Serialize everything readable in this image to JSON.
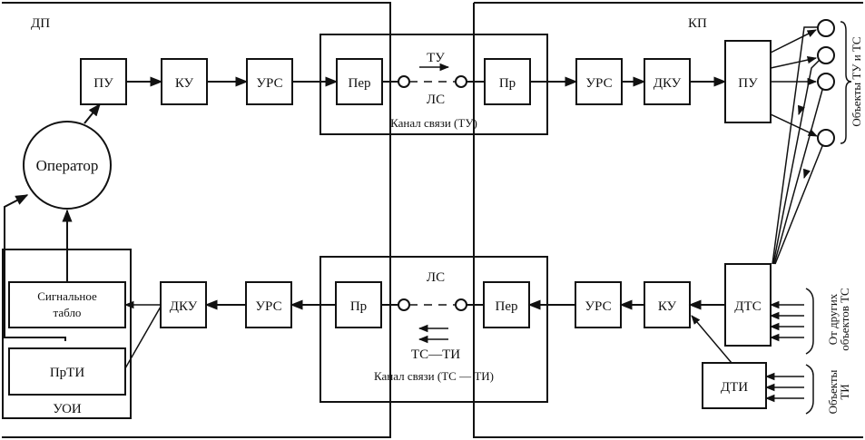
{
  "diagram": {
    "type": "block-diagram",
    "sections": {
      "dispatch_point": "ДП",
      "controlled_point": "КП"
    },
    "top_chain": {
      "blocks": [
        "ПУ",
        "КУ",
        "УРС",
        "Пер",
        "Пр",
        "УРС",
        "ДКУ",
        "ПУ"
      ],
      "channel_label": "Канал связи (ТУ)",
      "line_label": "ЛС",
      "direction_label": "ТУ"
    },
    "bottom_chain": {
      "blocks": [
        "ДКУ",
        "УРС",
        "Пр",
        "Пер",
        "УРС",
        "КУ",
        "ДТС",
        "ДТИ"
      ],
      "channel_label": "Канал связи (ТС — ТИ)",
      "line_label": "ЛС",
      "direction_label": "ТС—ТИ"
    },
    "operator": "Оператор",
    "display_unit": {
      "label": "УОИ",
      "signal_board": "Сигнальное табло",
      "ti_receiver": "ПрТИ"
    },
    "right_labels": {
      "objects_tu_ts": "Объекты ТУ и ТС",
      "from_other_objects": "От других объектов ТС",
      "objects_ti": "Объекты ТИ"
    },
    "object_count": 4,
    "ts_inputs": 4,
    "ti_inputs": 3
  }
}
